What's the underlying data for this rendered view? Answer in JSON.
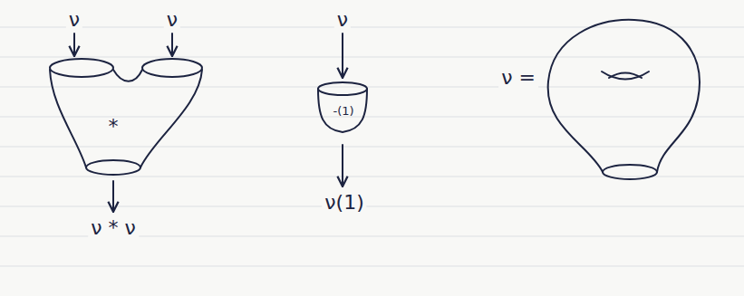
{
  "diagram": {
    "nodes": [
      {
        "text": [
          "*"
        ]
      },
      {
        "text": [
          "-(1)"
        ]
      }
    ],
    "labels": [
      "ν",
      "ν",
      "ν * ν",
      "ν",
      "ν(1)",
      "ν ="
    ]
  }
}
